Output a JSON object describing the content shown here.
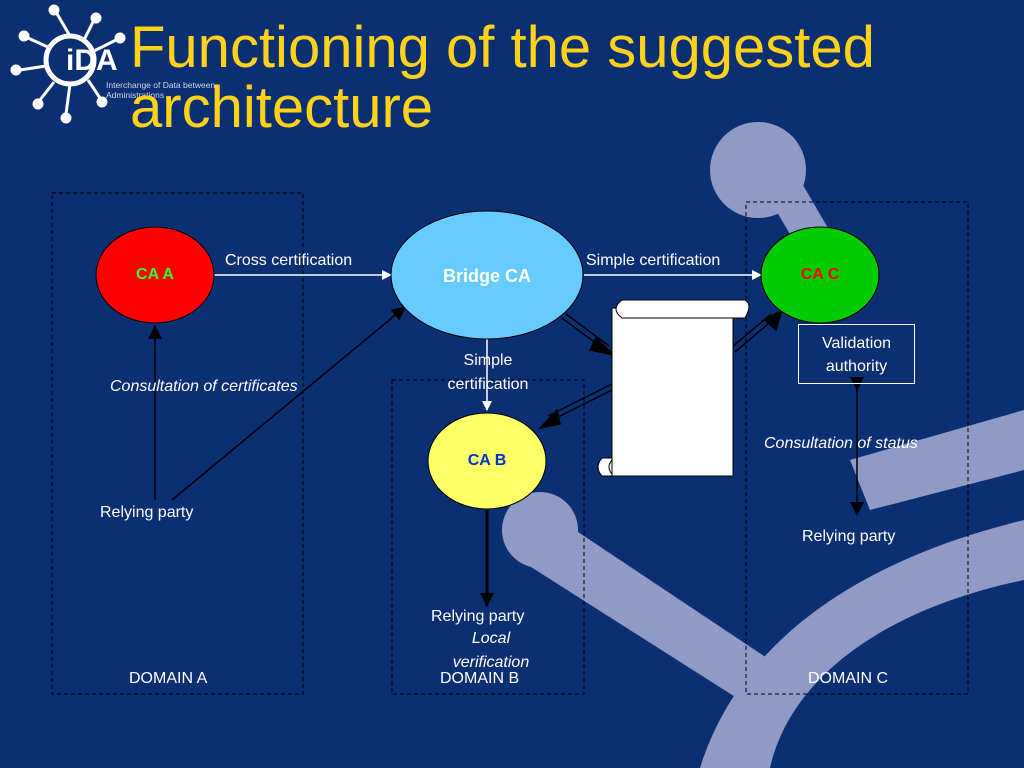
{
  "title": "Functioning of the suggested architecture",
  "logo": {
    "text": "iDA",
    "subtitle": "Interchange of Data between Administrations"
  },
  "nodes": {
    "ca_a": {
      "label": "CA A",
      "color": "#ff0000",
      "text_color": "#33ff33"
    },
    "bridge_ca": {
      "label": "Bridge CA",
      "color": "#66ccff",
      "text_color": "#ffffff"
    },
    "ca_b": {
      "label": "CA B",
      "color": "#ffff66",
      "text_color": "#0033cc"
    },
    "ca_c": {
      "label": "CA C",
      "color": "#00cc00",
      "text_color": "#ff0000"
    }
  },
  "links": {
    "cross_certification": "Cross certification",
    "simple_certification_c": "Simple certification",
    "simple_certification_b": "Simple certification",
    "consultation_certificates": "Consultation of certificates",
    "consultation_status": "Consultation of status",
    "local_verification": "Local verification"
  },
  "validation_authority": "Validation authority",
  "relying_party": {
    "a": "Relying party",
    "b": "Relying party",
    "c": "Relying party"
  },
  "domains": {
    "a": "DOMAIN A",
    "b": "DOMAIN B",
    "c": "DOMAIN C"
  },
  "colors": {
    "background": "#0b2f73",
    "title": "#ffd21a",
    "decor": "#8f9bc4"
  }
}
